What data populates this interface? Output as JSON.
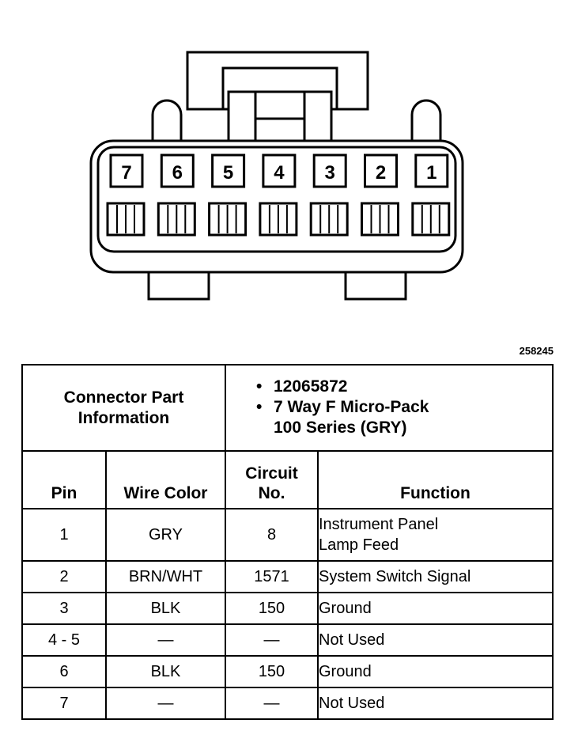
{
  "figure": {
    "id": "258245",
    "pin_labels": [
      "7",
      "6",
      "5",
      "4",
      "3",
      "2",
      "1"
    ]
  },
  "table": {
    "part_info_label_line1": "Connector Part",
    "part_info_label_line2": "Information",
    "specs": {
      "bullet": "•",
      "part_number": "12065872",
      "description_line1": "7 Way F Micro-Pack",
      "description_line2": "100 Series (GRY)"
    },
    "headers": {
      "pin": "Pin",
      "wire_color": "Wire Color",
      "circuit_line1": "Circuit",
      "circuit_line2": "No.",
      "function": "Function"
    },
    "rows": [
      {
        "pin": "1",
        "wire_color": "GRY",
        "circuit": "8",
        "function_line1": "Instrument Panel",
        "function_line2": "Lamp Feed"
      },
      {
        "pin": "2",
        "wire_color": "BRN/WHT",
        "circuit": "1571",
        "function": "System Switch Signal"
      },
      {
        "pin": "3",
        "wire_color": "BLK",
        "circuit": "150",
        "function": "Ground"
      },
      {
        "pin": "4 - 5",
        "wire_color": "—",
        "circuit": "—",
        "function": "Not Used"
      },
      {
        "pin": "6",
        "wire_color": "BLK",
        "circuit": "150",
        "function": "Ground"
      },
      {
        "pin": "7",
        "wire_color": "—",
        "circuit": "—",
        "function": "Not Used"
      }
    ]
  }
}
